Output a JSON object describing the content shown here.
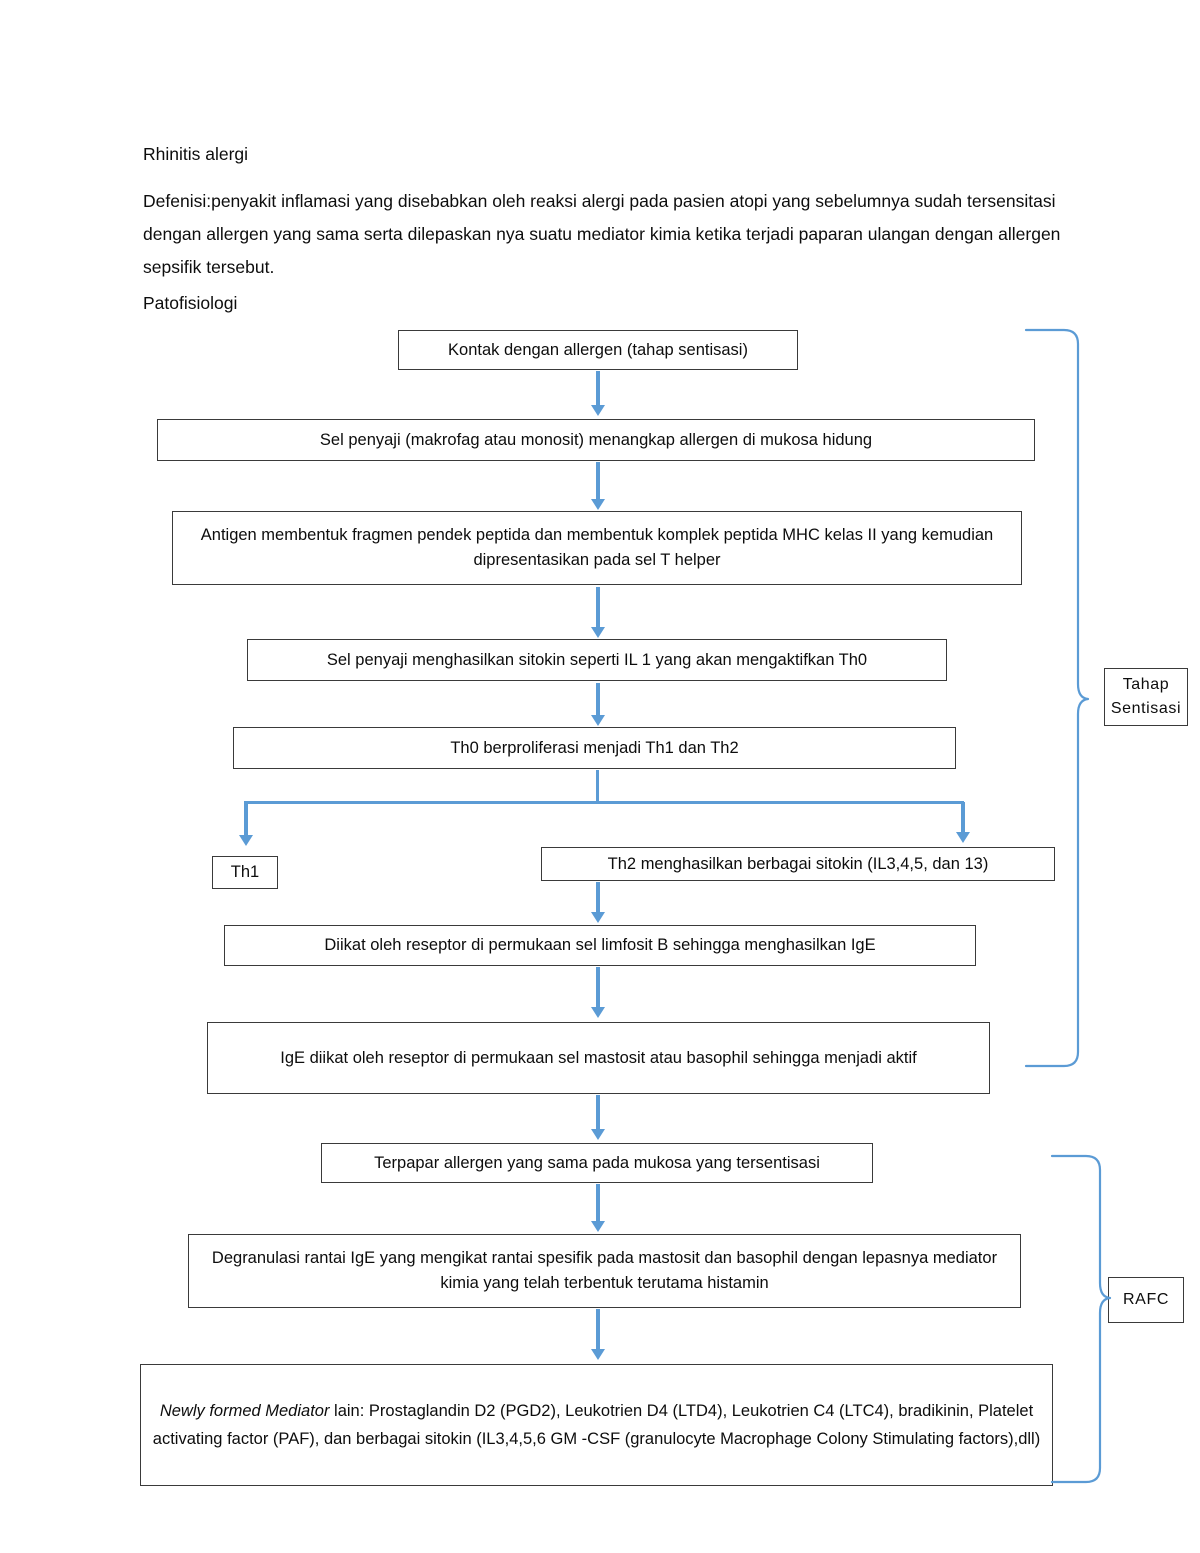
{
  "document": {
    "heading": "Rhinitis alergi",
    "definition": "Defenisi:penyakit inflamasi yang disebabkan oleh reaksi alergi pada pasien atopi yang sebelumnya sudah tersensitasi dengan allergen yang sama serta dilepaskan nya suatu mediator kimia ketika terjadi paparan ulangan dengan allergen sepsifik tersebut.",
    "section_label": "Patofisiologi"
  },
  "flowchart": {
    "accent_color": "#5b9bd5",
    "border_color": "#3a3a3a",
    "nodes": {
      "kontak": "Kontak dengan allergen (tahap sentisasi)",
      "sel_penyaji": "Sel penyaji (makrofag atau monosit) menangkap allergen di mukosa hidung",
      "antigen": "Antigen membentuk fragmen pendek peptida dan membentuk komplek peptida MHC kelas II yang kemudian dipresentasikan pada sel T helper",
      "sitokin_il1": "Sel penyaji menghasilkan sitokin seperti IL 1 yang akan mengaktifkan Th0",
      "th0": "Th0 berproliferasi menjadi Th1 dan Th2",
      "th1": "Th1",
      "th2": "Th2 menghasilkan berbagai sitokin (IL3,4,5, dan 13)",
      "limfosit_b": "Diikat oleh reseptor di permukaan sel limfosit B sehingga menghasilkan IgE",
      "mastosit": "IgE diikat oleh reseptor di permukaan sel mastosit atau basophil sehingga menjadi aktif",
      "terpapar": "Terpapar allergen yang sama pada mukosa yang tersentisasi",
      "degranulasi": "Degranulasi rantai IgE yang mengikat rantai spesifik pada mastosit dan basophil dengan lepasnya mediator kimia yang telah terbentuk terutama histamin",
      "newly_formed_italic": "Newly formed Mediator",
      "newly_formed_rest": " lain: Prostaglandin D2 (PGD2), Leukotrien D4 (LTD4), Leukotrien C4 (LTC4), bradikinin, Platelet activating factor (PAF), dan berbagai sitokin (IL3,4,5,6 GM -CSF (granulocyte Macrophage Colony Stimulating factors),dll)"
    },
    "side_labels": {
      "tahap_sentisasi": "Tahap Sentisasi",
      "rafc": "RAFC"
    }
  }
}
